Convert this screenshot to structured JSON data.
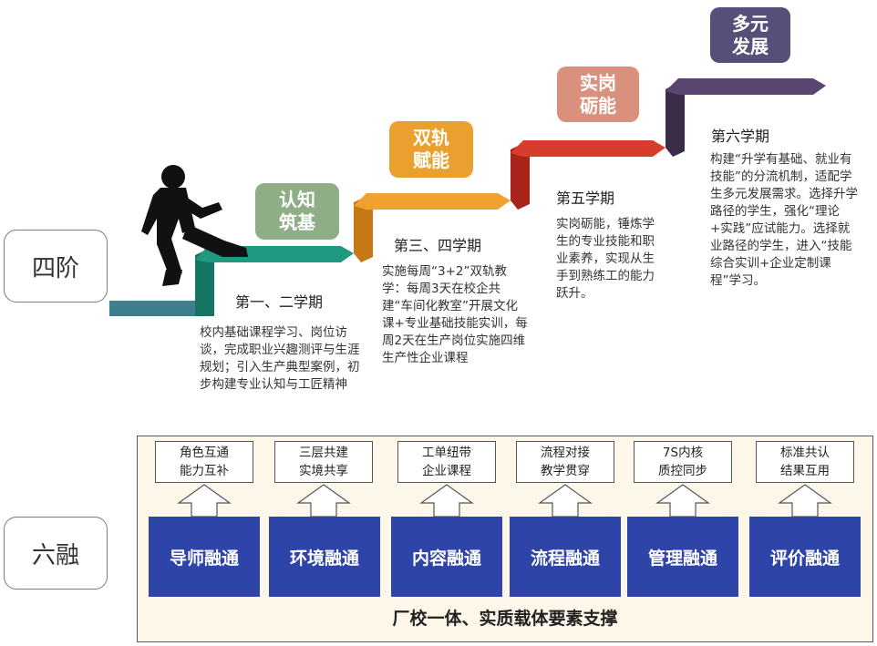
{
  "side_labels": {
    "four_stages": "四阶",
    "six_fusion": "六融"
  },
  "stages": [
    {
      "tag": "认知\n筑基",
      "color": "#8fae87",
      "title": "第一、二学期",
      "desc": "校内基础课程学习、岗位访谈，完成职业兴趣测评与生涯规划；引入生产典型案例，初步构建专业认知与工匠精神"
    },
    {
      "tag": "双轨\n赋能",
      "color": "#e9a02f",
      "title": "第三、四学期",
      "desc": "实施每周“3+2”双轨教学：每周3天在校企共建“车间化教室”开展文化课+专业基础技能实训，每周2天在生产岗位实施四维生产性企业课程"
    },
    {
      "tag": "实岗\n砺能",
      "color": "#d9907d",
      "title": "第五学期",
      "desc": "实岗砺能，锤炼学生的专业技能和职业素养，实现从生手到熟练工的能力跃升。"
    },
    {
      "tag": "多元\n发展",
      "color": "#55507a",
      "title": "第六学期",
      "desc": "构建“升学有基础、就业有技能”的分流机制，适配学生多元发展需求。选择升学路径的学生，强化“理论+实践”应试能力。选择就业路径的学生，进入“技能综合实训+企业定制课程”学习。"
    }
  ],
  "step_colors": [
    "#3e7f8e",
    "#1f8f78",
    "#de8a1c",
    "#d43a2a",
    "#4f3d60"
  ],
  "fusions": [
    {
      "top": "角色互通\n能力互补",
      "label": "导师融通"
    },
    {
      "top": "三层共建\n实境共享",
      "label": "环境融通"
    },
    {
      "top": "工单纽带\n企业课程",
      "label": "内容融通"
    },
    {
      "top": "流程对接\n教学贯穿",
      "label": "流程融通"
    },
    {
      "top": "7S内核\n质控同步",
      "label": "管理融通"
    },
    {
      "top": "标准共认\n结果互用",
      "label": "评价融通"
    }
  ],
  "support": "厂校一体、实质载体要素支撑"
}
